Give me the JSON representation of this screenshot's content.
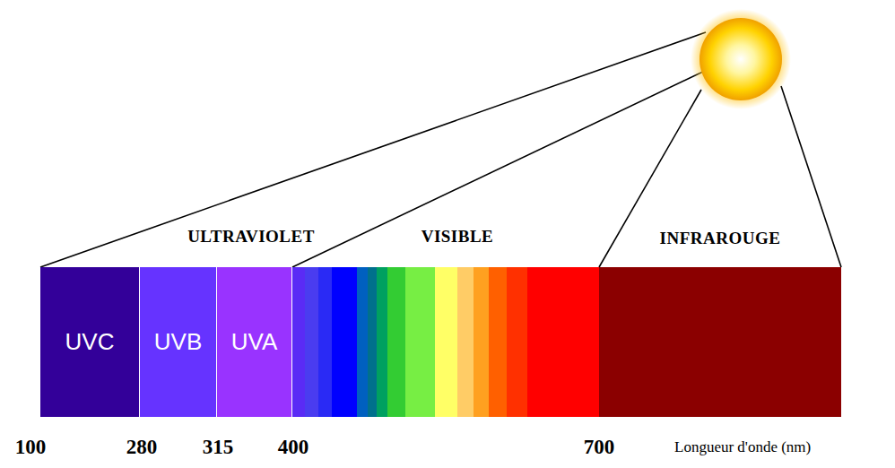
{
  "diagram": {
    "nodes": [
      {
        "text": [
          "UVC"
        ]
      },
      {
        "text": [
          "UVB"
        ]
      },
      {
        "text": [
          "UVA"
        ]
      }
    ],
    "labels": [
      "ULTRAVIOLET",
      "VISIBLE",
      "INFRAROUGE",
      "100",
      "280",
      "315",
      "400",
      "700",
      "Longueur d'onde (nm)"
    ]
  }
}
